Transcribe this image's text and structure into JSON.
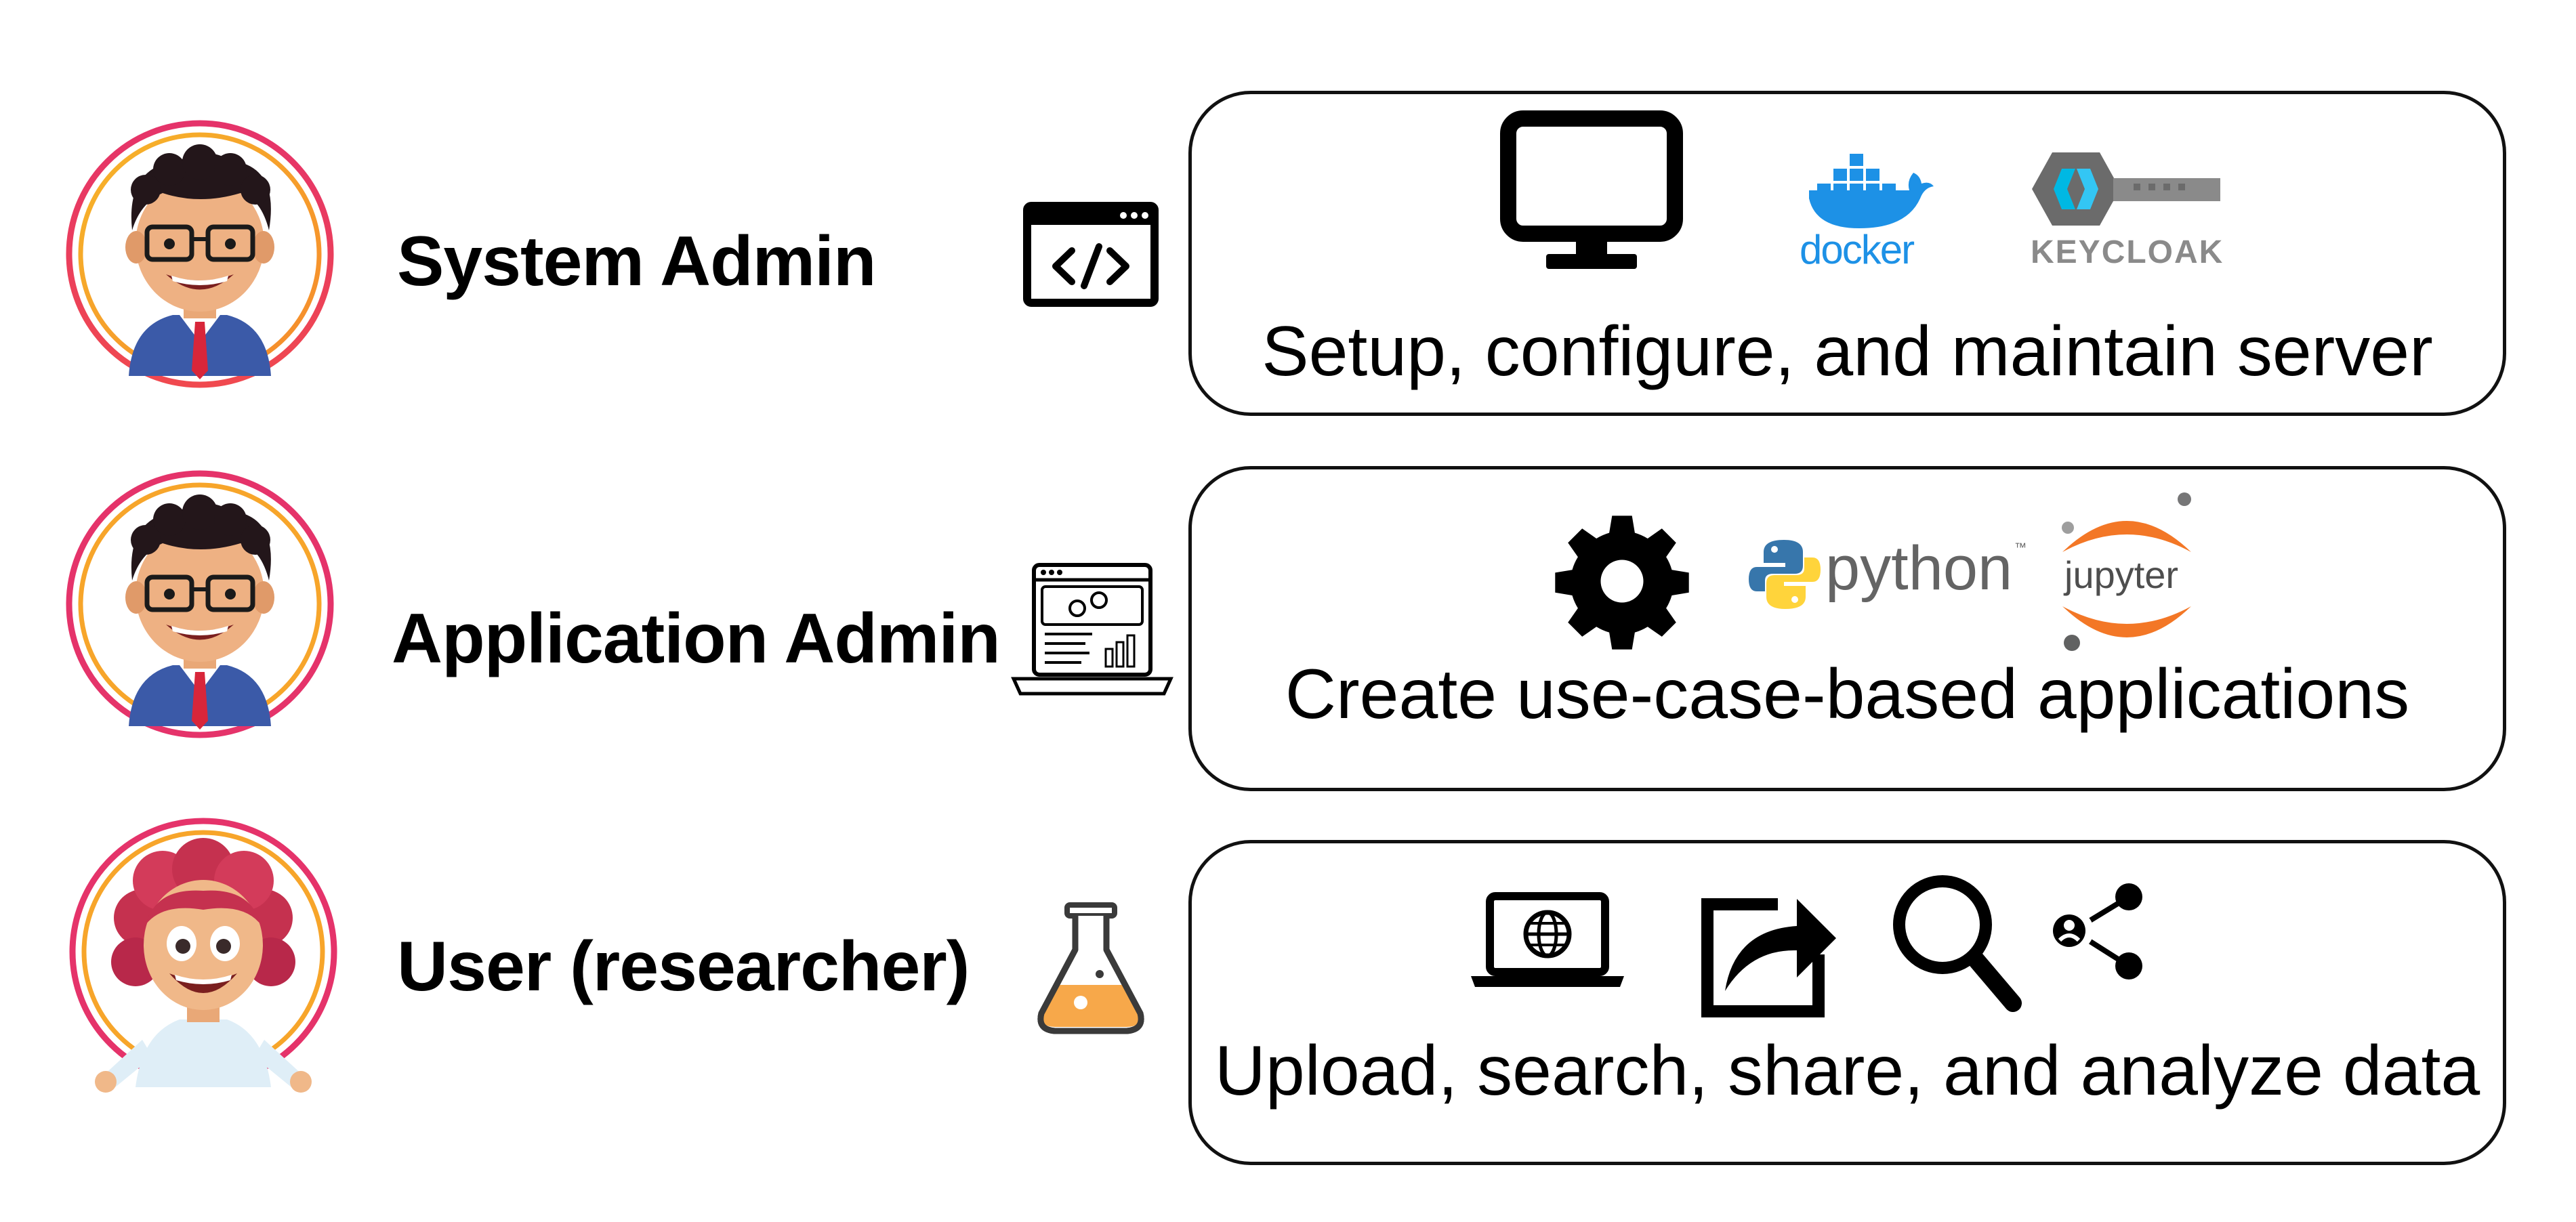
{
  "roles": [
    {
      "label": "System Admin",
      "role_icon": "code-window-icon",
      "description": "Setup, configure, and maintain server",
      "tools": [
        {
          "icon": "monitor-icon"
        },
        {
          "icon": "docker-logo-icon",
          "text": "docker"
        },
        {
          "icon": "keycloak-logo-icon",
          "text": "KEYCLOAK"
        }
      ]
    },
    {
      "label": "Application Admin",
      "role_icon": "laptop-dashboard-icon",
      "description": "Create use-case-based applications",
      "tools": [
        {
          "icon": "gear-icon"
        },
        {
          "icon": "python-logo-icon",
          "text": "python"
        },
        {
          "icon": "jupyter-logo-icon",
          "text": "jupyter"
        }
      ]
    },
    {
      "label": "User (researcher)",
      "role_icon": "flask-icon",
      "description": "Upload, search, share, and analyze data",
      "tools": [
        {
          "icon": "laptop-globe-icon"
        },
        {
          "icon": "share-arrow-icon"
        },
        {
          "icon": "magnifier-icon"
        },
        {
          "icon": "share-nodes-icon"
        }
      ]
    }
  ],
  "colors": {
    "ring_outer": "#e5336a",
    "ring_inner": "#f7b52a",
    "docker_blue": "#1d91e6",
    "keycloak_gray": "#8a8a8a",
    "python_blue": "#3776ab",
    "python_yellow": "#ffd43b",
    "jupyter_orange": "#f37726",
    "flask_orange": "#f7a84a"
  }
}
